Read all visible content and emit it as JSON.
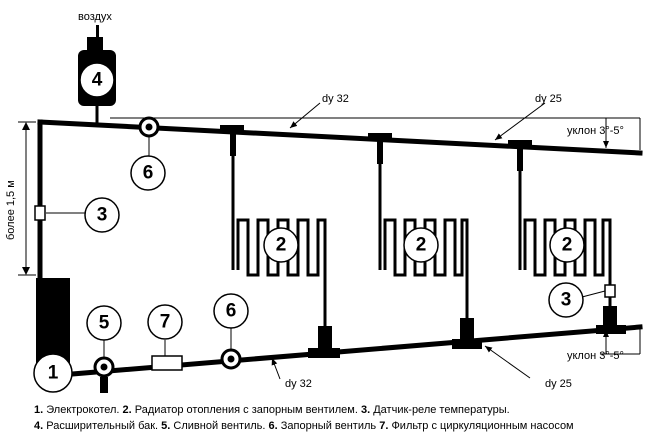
{
  "diagram": {
    "air_label": "воздух",
    "height_label": "более 1,5 м",
    "top_slope": "уклон 3°-5°",
    "bottom_slope": "уклон 3°-5°",
    "top_dy_left": "dy 32",
    "top_dy_right": "dy 25",
    "bottom_dy_left": "dy 32",
    "bottom_dy_right": "dy 25",
    "markers": {
      "boiler": "1",
      "radiator_a": "2",
      "radiator_b": "2",
      "radiator_c": "2",
      "sensor_left": "3",
      "sensor_right": "3",
      "tank": "4",
      "drain_valve": "5",
      "shutoff_top": "6",
      "shutoff_bottom": "6",
      "filter": "7"
    }
  },
  "legend": {
    "line1": [
      {
        "num": "1.",
        "text": " Электрокотел. "
      },
      {
        "num": "2.",
        "text": " Радиатор отопления с запорным вентилем. "
      },
      {
        "num": "3.",
        "text": " Датчик-реле температуры."
      }
    ],
    "line2": [
      {
        "num": "4.",
        "text": " Расширительный бак. "
      },
      {
        "num": "5.",
        "text": " Сливной вентиль. "
      },
      {
        "num": "6.",
        "text": " Запорный вентиль "
      },
      {
        "num": "7.",
        "text": " Фильтр с циркуляционным насосом"
      }
    ]
  }
}
